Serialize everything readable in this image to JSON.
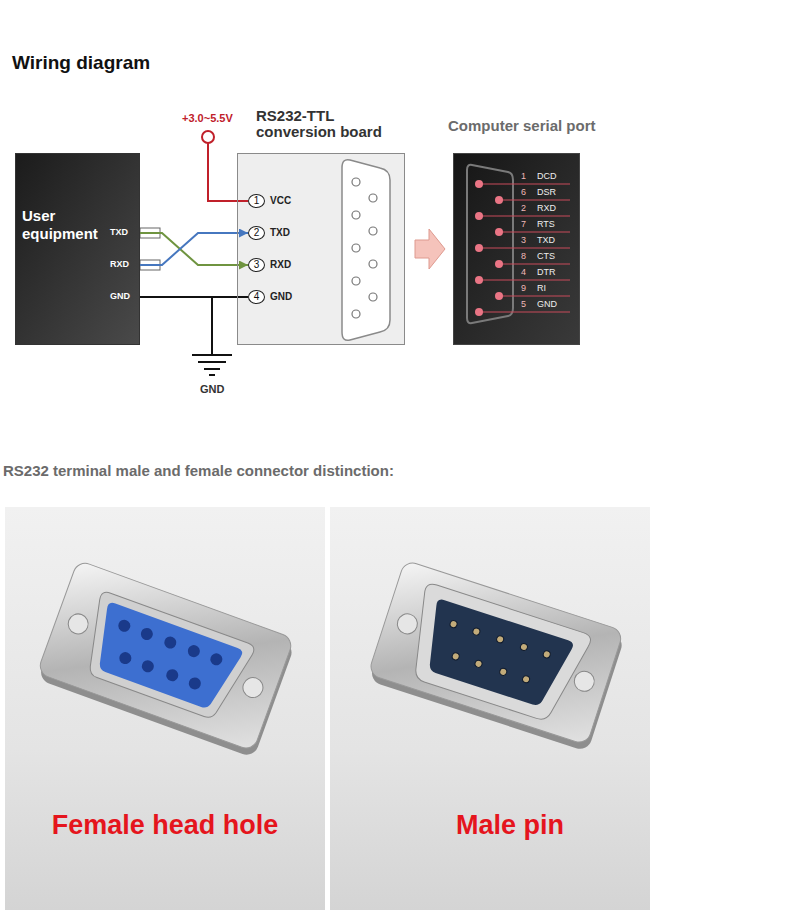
{
  "diagram": {
    "title": "Wiring diagram",
    "nodes": [
      {
        "text": [
          "User equipment"
        ]
      },
      {
        "text": [
          "RS232-TTL conversion board"
        ]
      },
      {
        "text": [
          "1"
        ],
        "in": 1
      },
      {
        "text": [
          "2"
        ],
        "in": 1
      },
      {
        "text": [
          "3"
        ],
        "in": 1
      },
      {
        "text": [
          "4"
        ],
        "in": 1
      },
      {
        "text": [
          "Computer serial port"
        ]
      },
      {
        "text": [
          "Female head hole"
        ]
      },
      {
        "text": [
          "Male pin"
        ]
      }
    ],
    "edges": [
      {
        "from": 0,
        "to": 4,
        "arrow": "to"
      },
      {
        "from": 0,
        "to": 3,
        "arrow": "to"
      },
      {
        "from": 0,
        "to": 5,
        "arrow": "none"
      },
      {
        "from": 1,
        "to": 6,
        "arrow": "to"
      }
    ],
    "labels": [
      "+3.0~5.5V",
      "TXD",
      "RXD",
      "GND",
      "VCC",
      "TXD",
      "RXD",
      "GND",
      "GND",
      "1",
      "DCD",
      "6",
      "DSR",
      "2",
      "RXD",
      "7",
      "RTS",
      "3",
      "TXD",
      "8",
      "CTS",
      "4",
      "DTR",
      "9",
      "RI",
      "5",
      "GND",
      "RS232 terminal male and female connector distinction:"
    ]
  }
}
